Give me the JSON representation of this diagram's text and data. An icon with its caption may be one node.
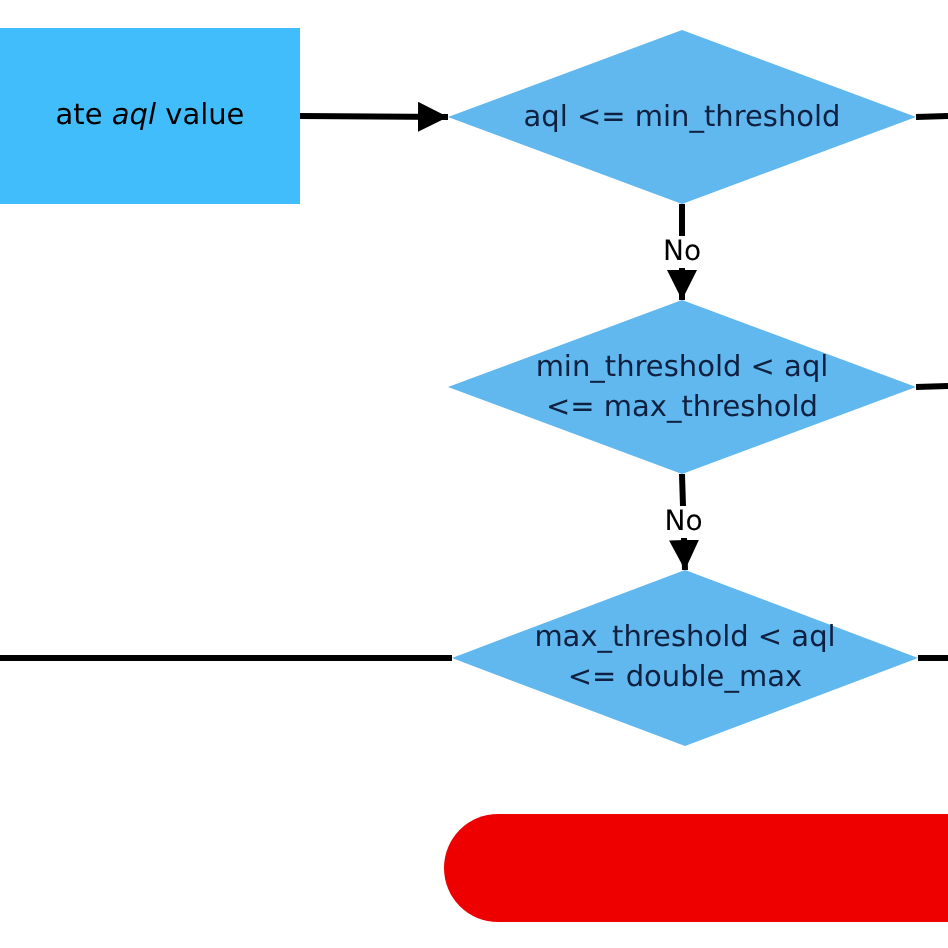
{
  "diagram": {
    "nodes": [
      {
        "text": [
          "ate *aql* value"
        ]
      },
      {
        "text": [
          "aql <= min_threshold"
        ]
      },
      {
        "text": [
          "min_threshold < aql <= max_threshold"
        ]
      },
      {
        "text": [
          "max_threshold < aql <= double_max"
        ]
      },
      {
        "text": [],
        "shape": "box"
      }
    ],
    "edges": [
      {
        "from": 0,
        "to": 1,
        "arrow": "to"
      },
      {
        "from": 1,
        "to": 2,
        "label": "No",
        "arrow": "to"
      },
      {
        "from": 2,
        "to": 3,
        "label": "No",
        "arrow": "to"
      },
      {
        "from": 1,
        "to": null,
        "arrow": "none"
      },
      {
        "from": 2,
        "to": null,
        "arrow": "none"
      },
      {
        "from": 3,
        "to": null,
        "arrow": "none"
      },
      {
        "from": 3,
        "to": null,
        "arrow": "none"
      }
    ]
  }
}
